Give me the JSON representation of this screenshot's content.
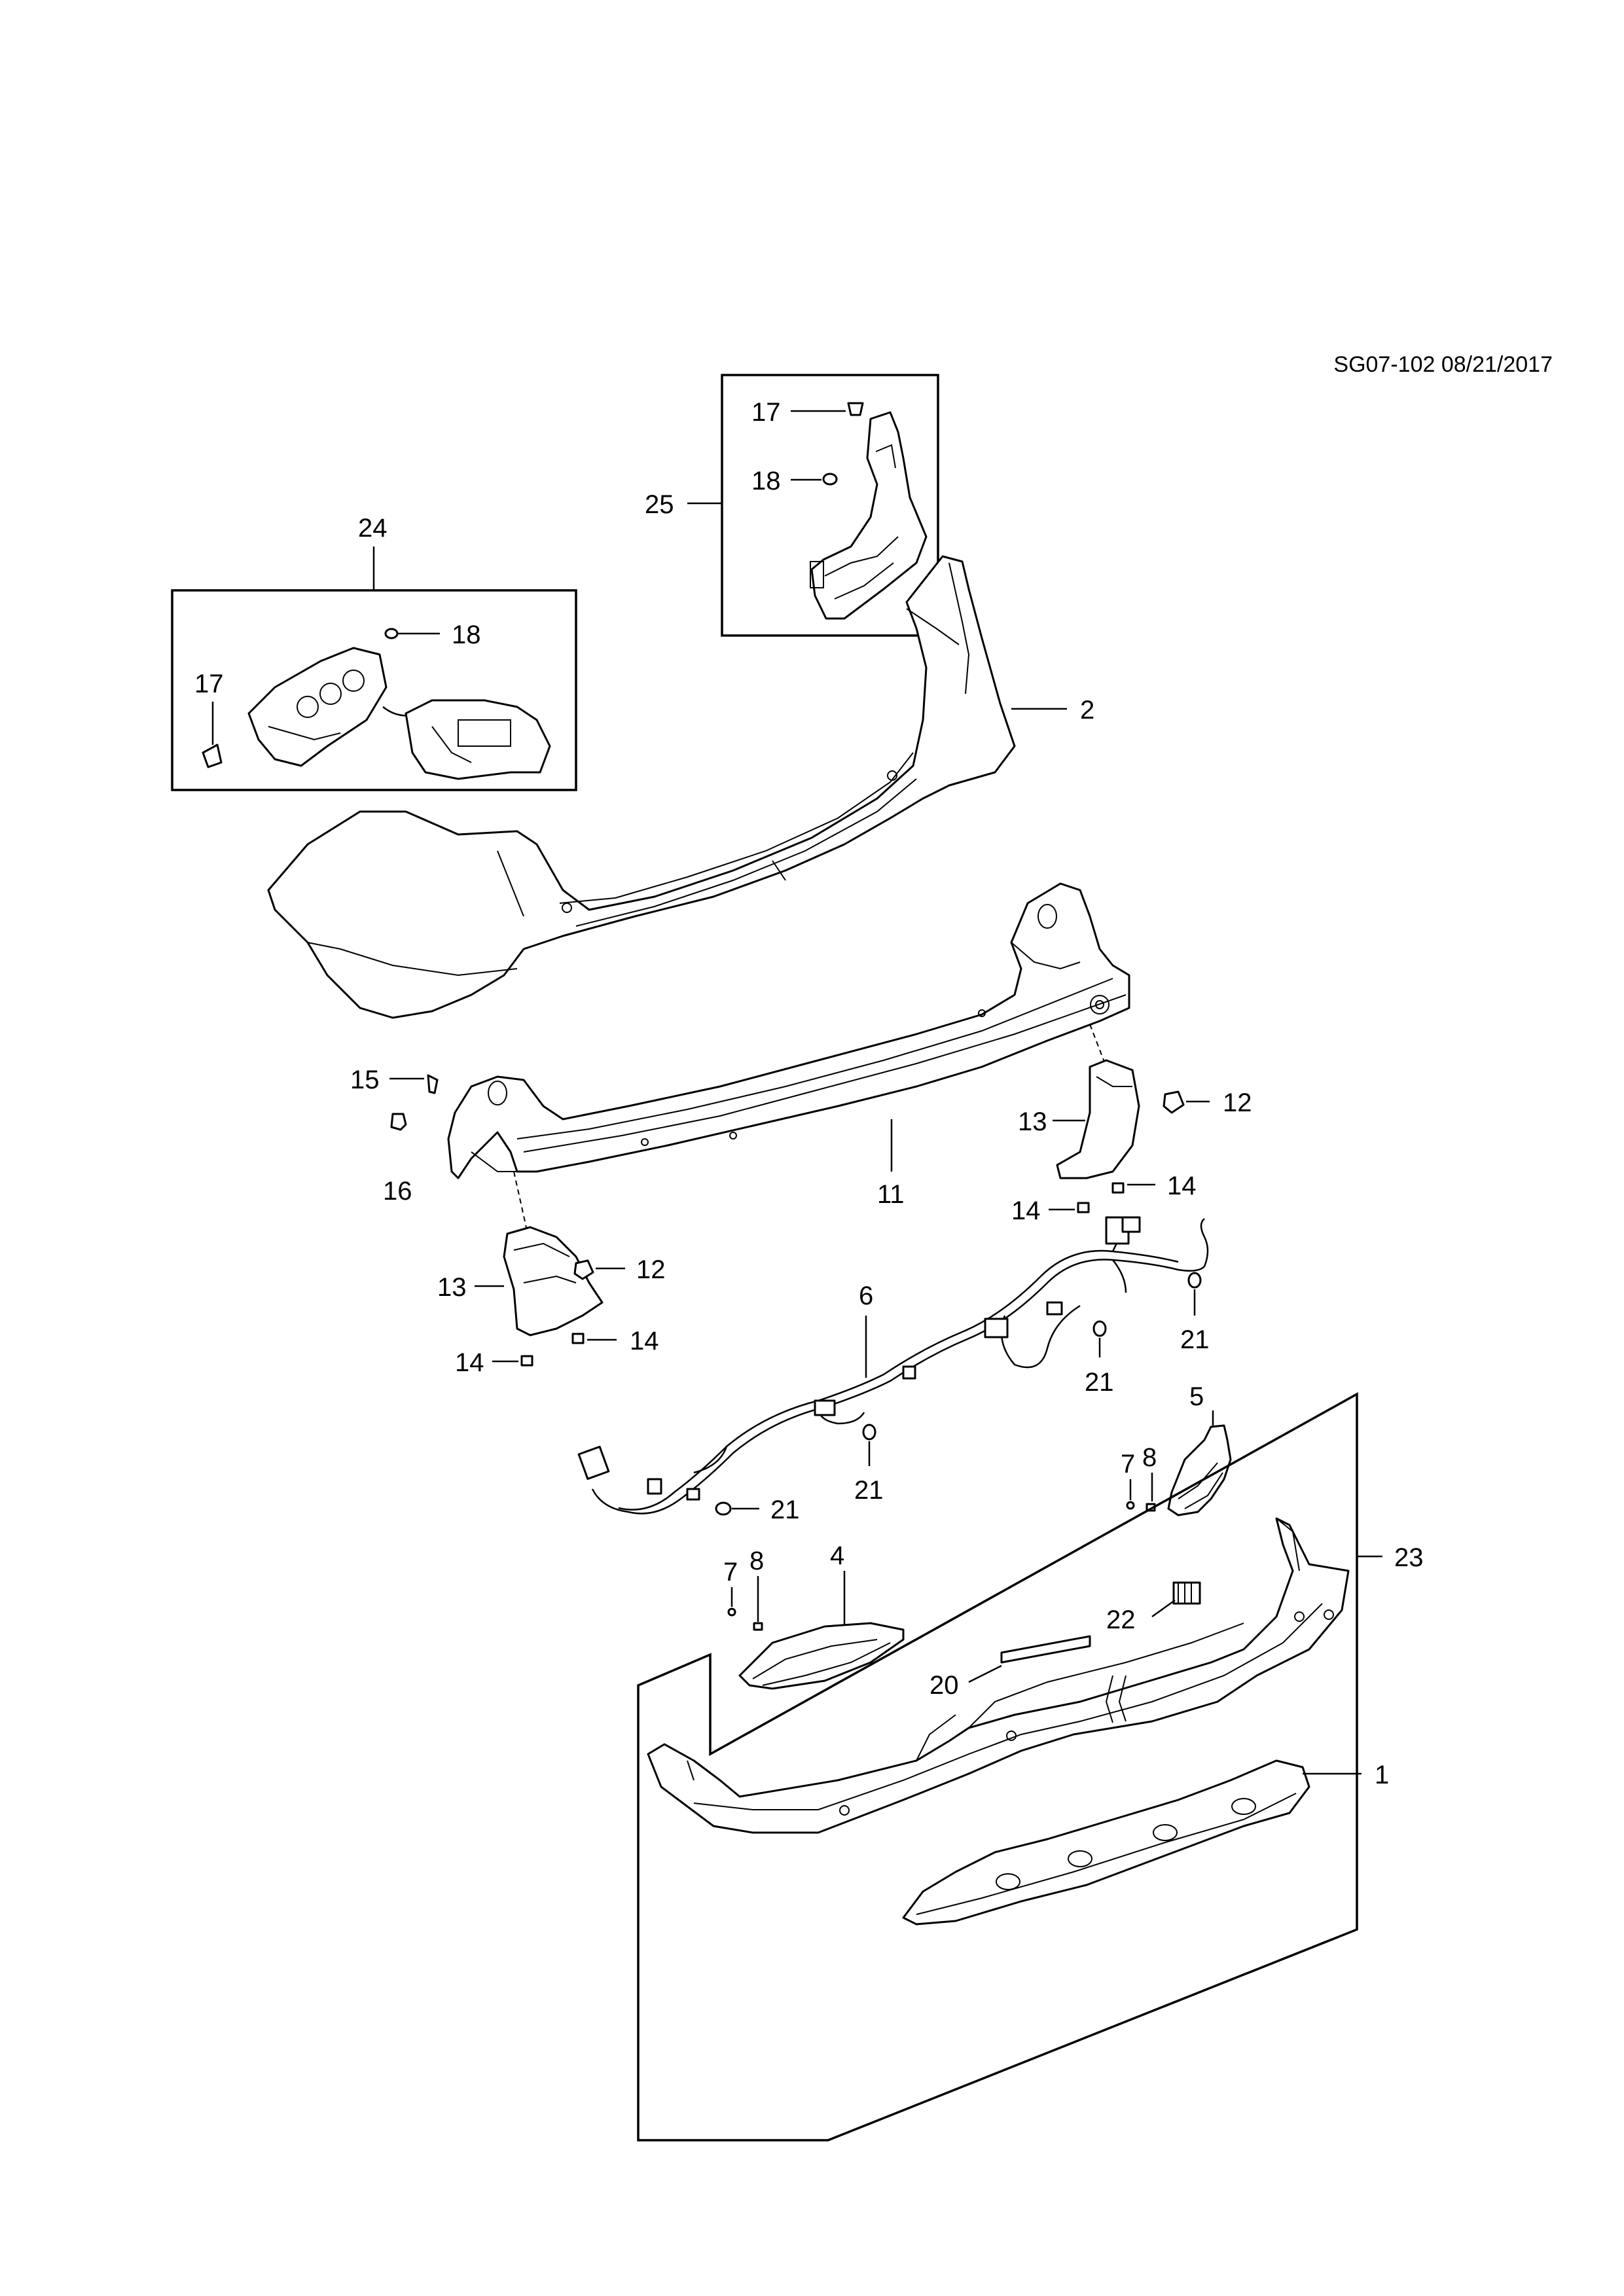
{
  "document": {
    "id": "SG07-102 08/21/2017"
  },
  "callouts": {
    "c1": "1",
    "c2": "2",
    "c4": "4",
    "c5": "5",
    "c6": "6",
    "c7a": "7",
    "c7b": "7",
    "c8a": "8",
    "c8b": "8",
    "c11": "11",
    "c12a": "12",
    "c12b": "12",
    "c13a": "13",
    "c13b": "13",
    "c14a": "14",
    "c14b": "14",
    "c14c": "14",
    "c14d": "14",
    "c15": "15",
    "c16": "16",
    "c17a": "17",
    "c17b": "17",
    "c18a": "18",
    "c18b": "18",
    "c20": "20",
    "c21a": "21",
    "c21b": "21",
    "c21c": "21",
    "c21d": "21",
    "c22": "22",
    "c23": "23",
    "c24": "24",
    "c25": "25"
  }
}
